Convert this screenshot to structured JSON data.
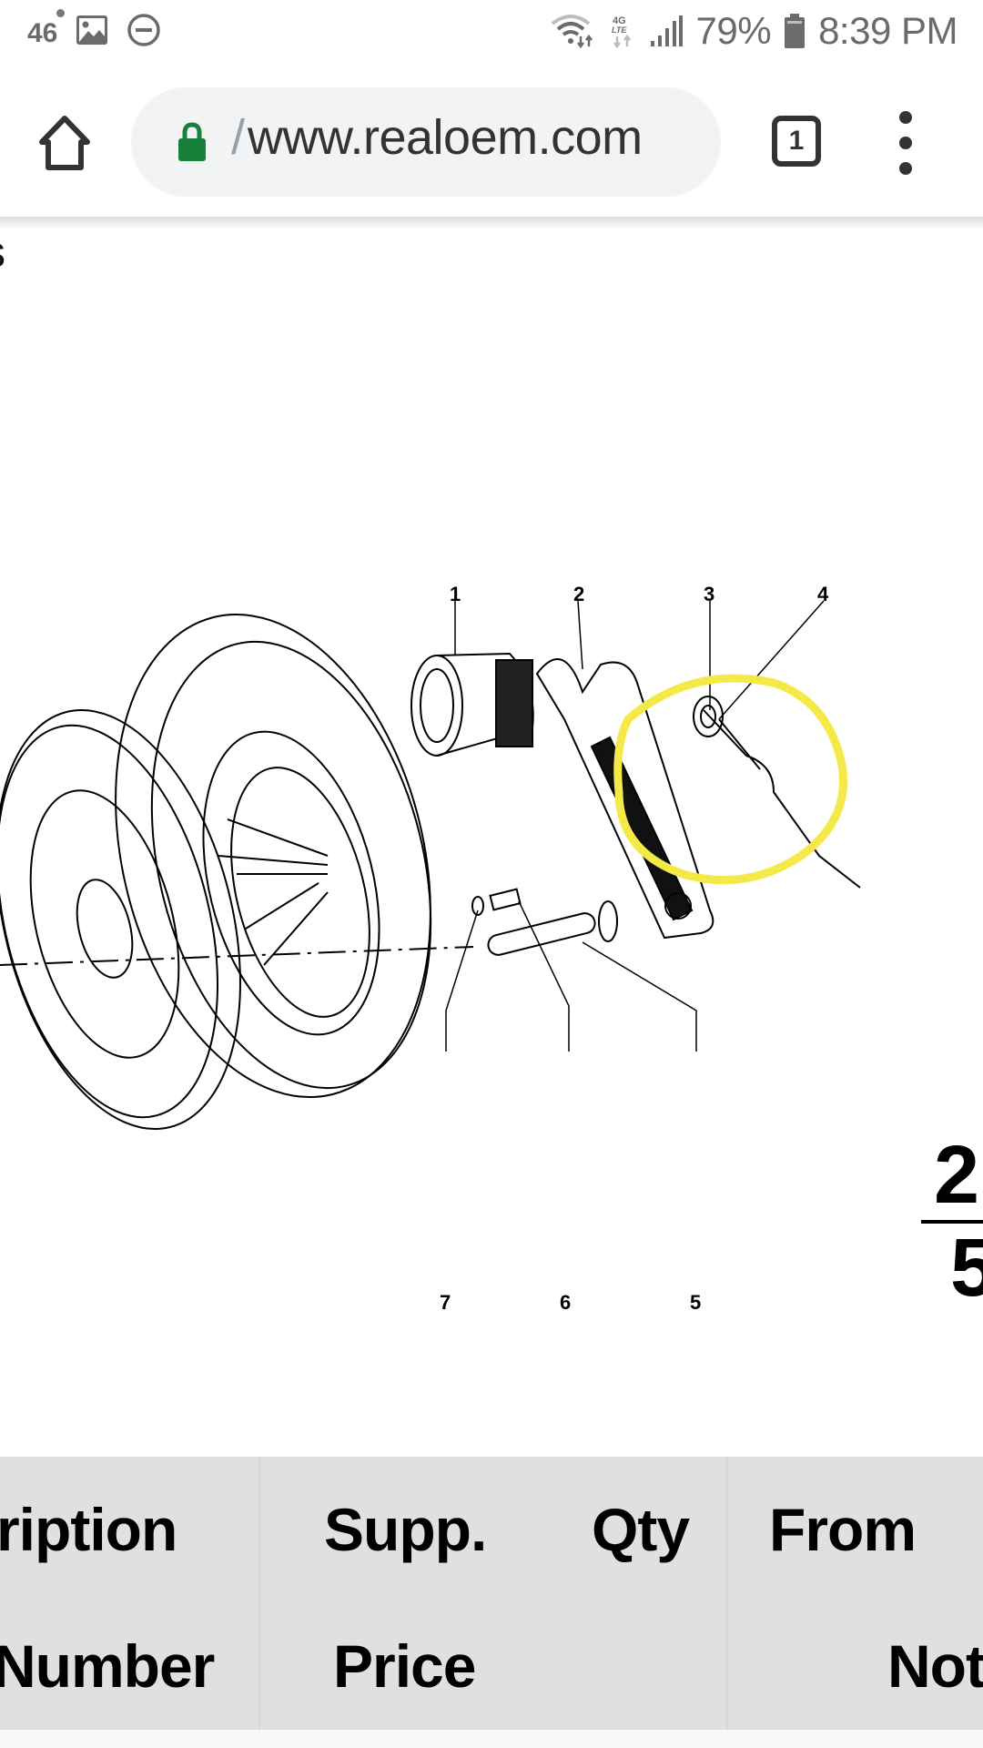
{
  "status_bar": {
    "network_type": "46",
    "left_icons": [
      "gallery-icon",
      "do-not-disturb-icon"
    ],
    "right_icons": [
      "wifi-icon",
      "lte-icon",
      "signal-icon",
      "battery-icon"
    ],
    "lte_label": "4G LTE",
    "battery_percent": "79%",
    "time": "8:39 PM"
  },
  "browser": {
    "url_prefix": "/",
    "url": "www.realoem.com",
    "tab_count": "1",
    "lock_color": "#188038"
  },
  "page": {
    "partial_heading": "s",
    "diagram": {
      "description": "Exploded clutch assembly diagram",
      "callouts": [
        "1",
        "2",
        "3",
        "4",
        "5",
        "6",
        "7"
      ],
      "page_ref_top": "2",
      "page_ref_bottom": "5",
      "highlight_color": "#f5e94a"
    },
    "table": {
      "header_row_1": [
        "ription",
        "Supp.",
        "Qty",
        "From"
      ],
      "header_row_2": [
        "Number",
        "Price",
        "",
        "Not"
      ],
      "header_bg": "#e0e0e0"
    }
  }
}
